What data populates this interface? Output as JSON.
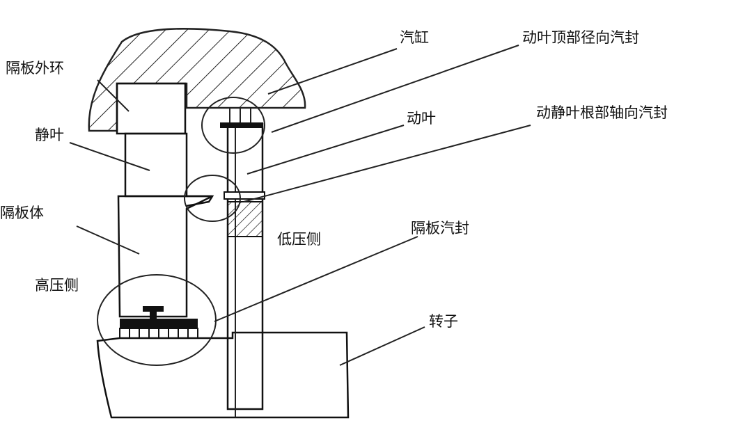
{
  "labels": {
    "cylinder": "汽缸",
    "blade_tip_radial_seal": "动叶顶部径向汽封",
    "diaphragm_outer_ring": "隔板外环",
    "moving_blade": "动叶",
    "root_axial_seal": "动静叶根部轴向汽封",
    "stationary_blade": "静叶",
    "diaphragm_body": "隔板体",
    "low_pressure_side": "低压侧",
    "diaphragm_seal": "隔板汽封",
    "high_pressure_side": "高压侧",
    "rotor": "转子"
  }
}
